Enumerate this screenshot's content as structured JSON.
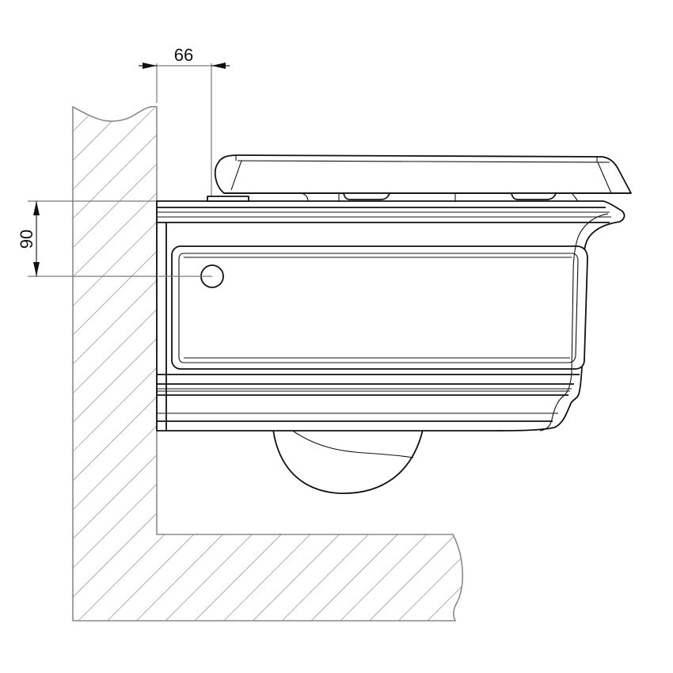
{
  "drawing": {
    "title": "Wall-hung toilet side elevation",
    "colors": {
      "outline": "#111111",
      "hatch": "#8a8a8a",
      "dimension": "#7a7a7a",
      "background": "#ffffff"
    }
  },
  "dimensions": {
    "horizontal": {
      "label": "66",
      "description": "distance from wall to fixing hole centre"
    },
    "vertical": {
      "label": "90",
      "description": "distance from top of bowl to fixing hole centre"
    }
  },
  "elements": {
    "wall": "hatched wall section",
    "floor": "hatched floor section",
    "seat": "toilet seat and lid",
    "bowl": "ceramic bowl body",
    "fixing_hole": "fixing bolt hole",
    "outlet": "rear outlet underside"
  }
}
